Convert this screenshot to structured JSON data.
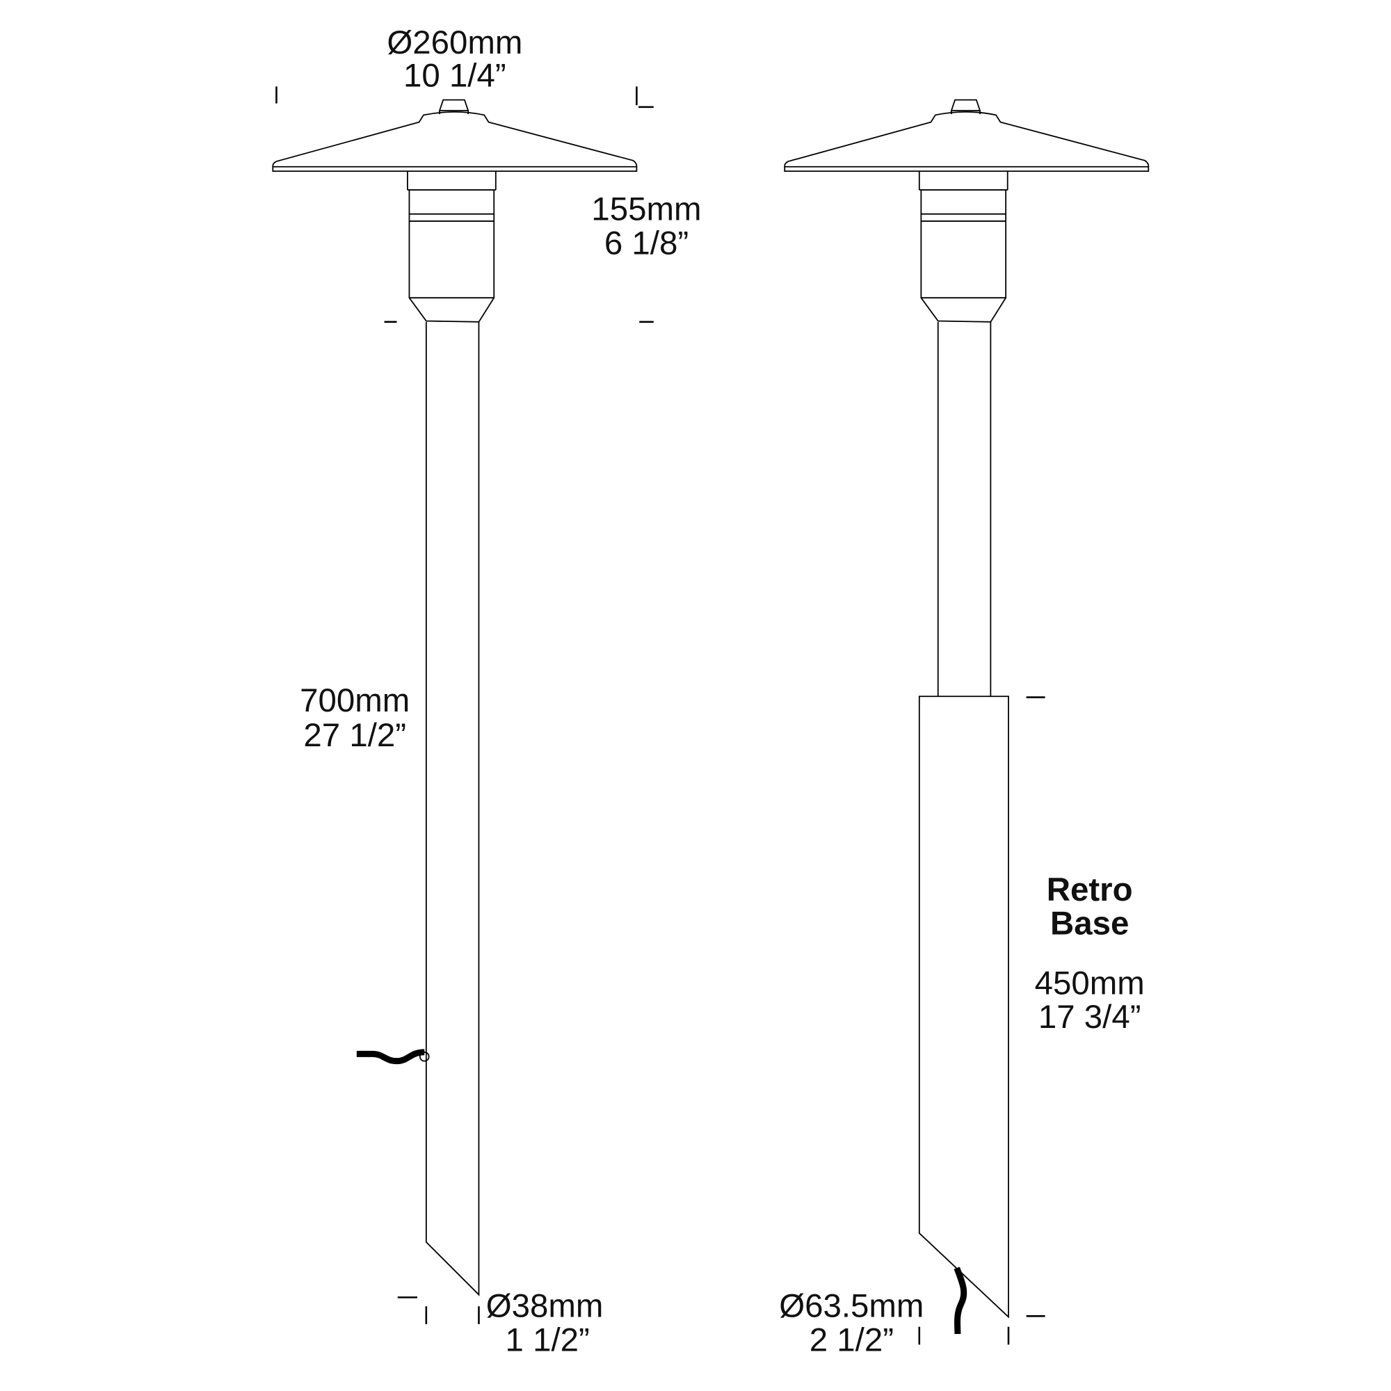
{
  "left_fixture": {
    "head_diameter": {
      "mm": "Ø260mm",
      "inch": "10 1/4”"
    },
    "head_height": {
      "mm": "155mm",
      "inch": "6 1/8”"
    },
    "stake_length": {
      "mm": "700mm",
      "inch": "27 1/2”"
    },
    "stake_diameter": {
      "mm": "Ø38mm",
      "inch": "1 1/2”"
    }
  },
  "right_fixture": {
    "base_title": {
      "line1": "Retro",
      "line2": "Base"
    },
    "base_length": {
      "mm": "450mm",
      "inch": "17 3/4”"
    },
    "base_diameter": {
      "mm": "Ø63.5mm",
      "inch": "2 1/2”"
    }
  },
  "colors": {
    "line": "#000000",
    "background": "#ffffff"
  }
}
